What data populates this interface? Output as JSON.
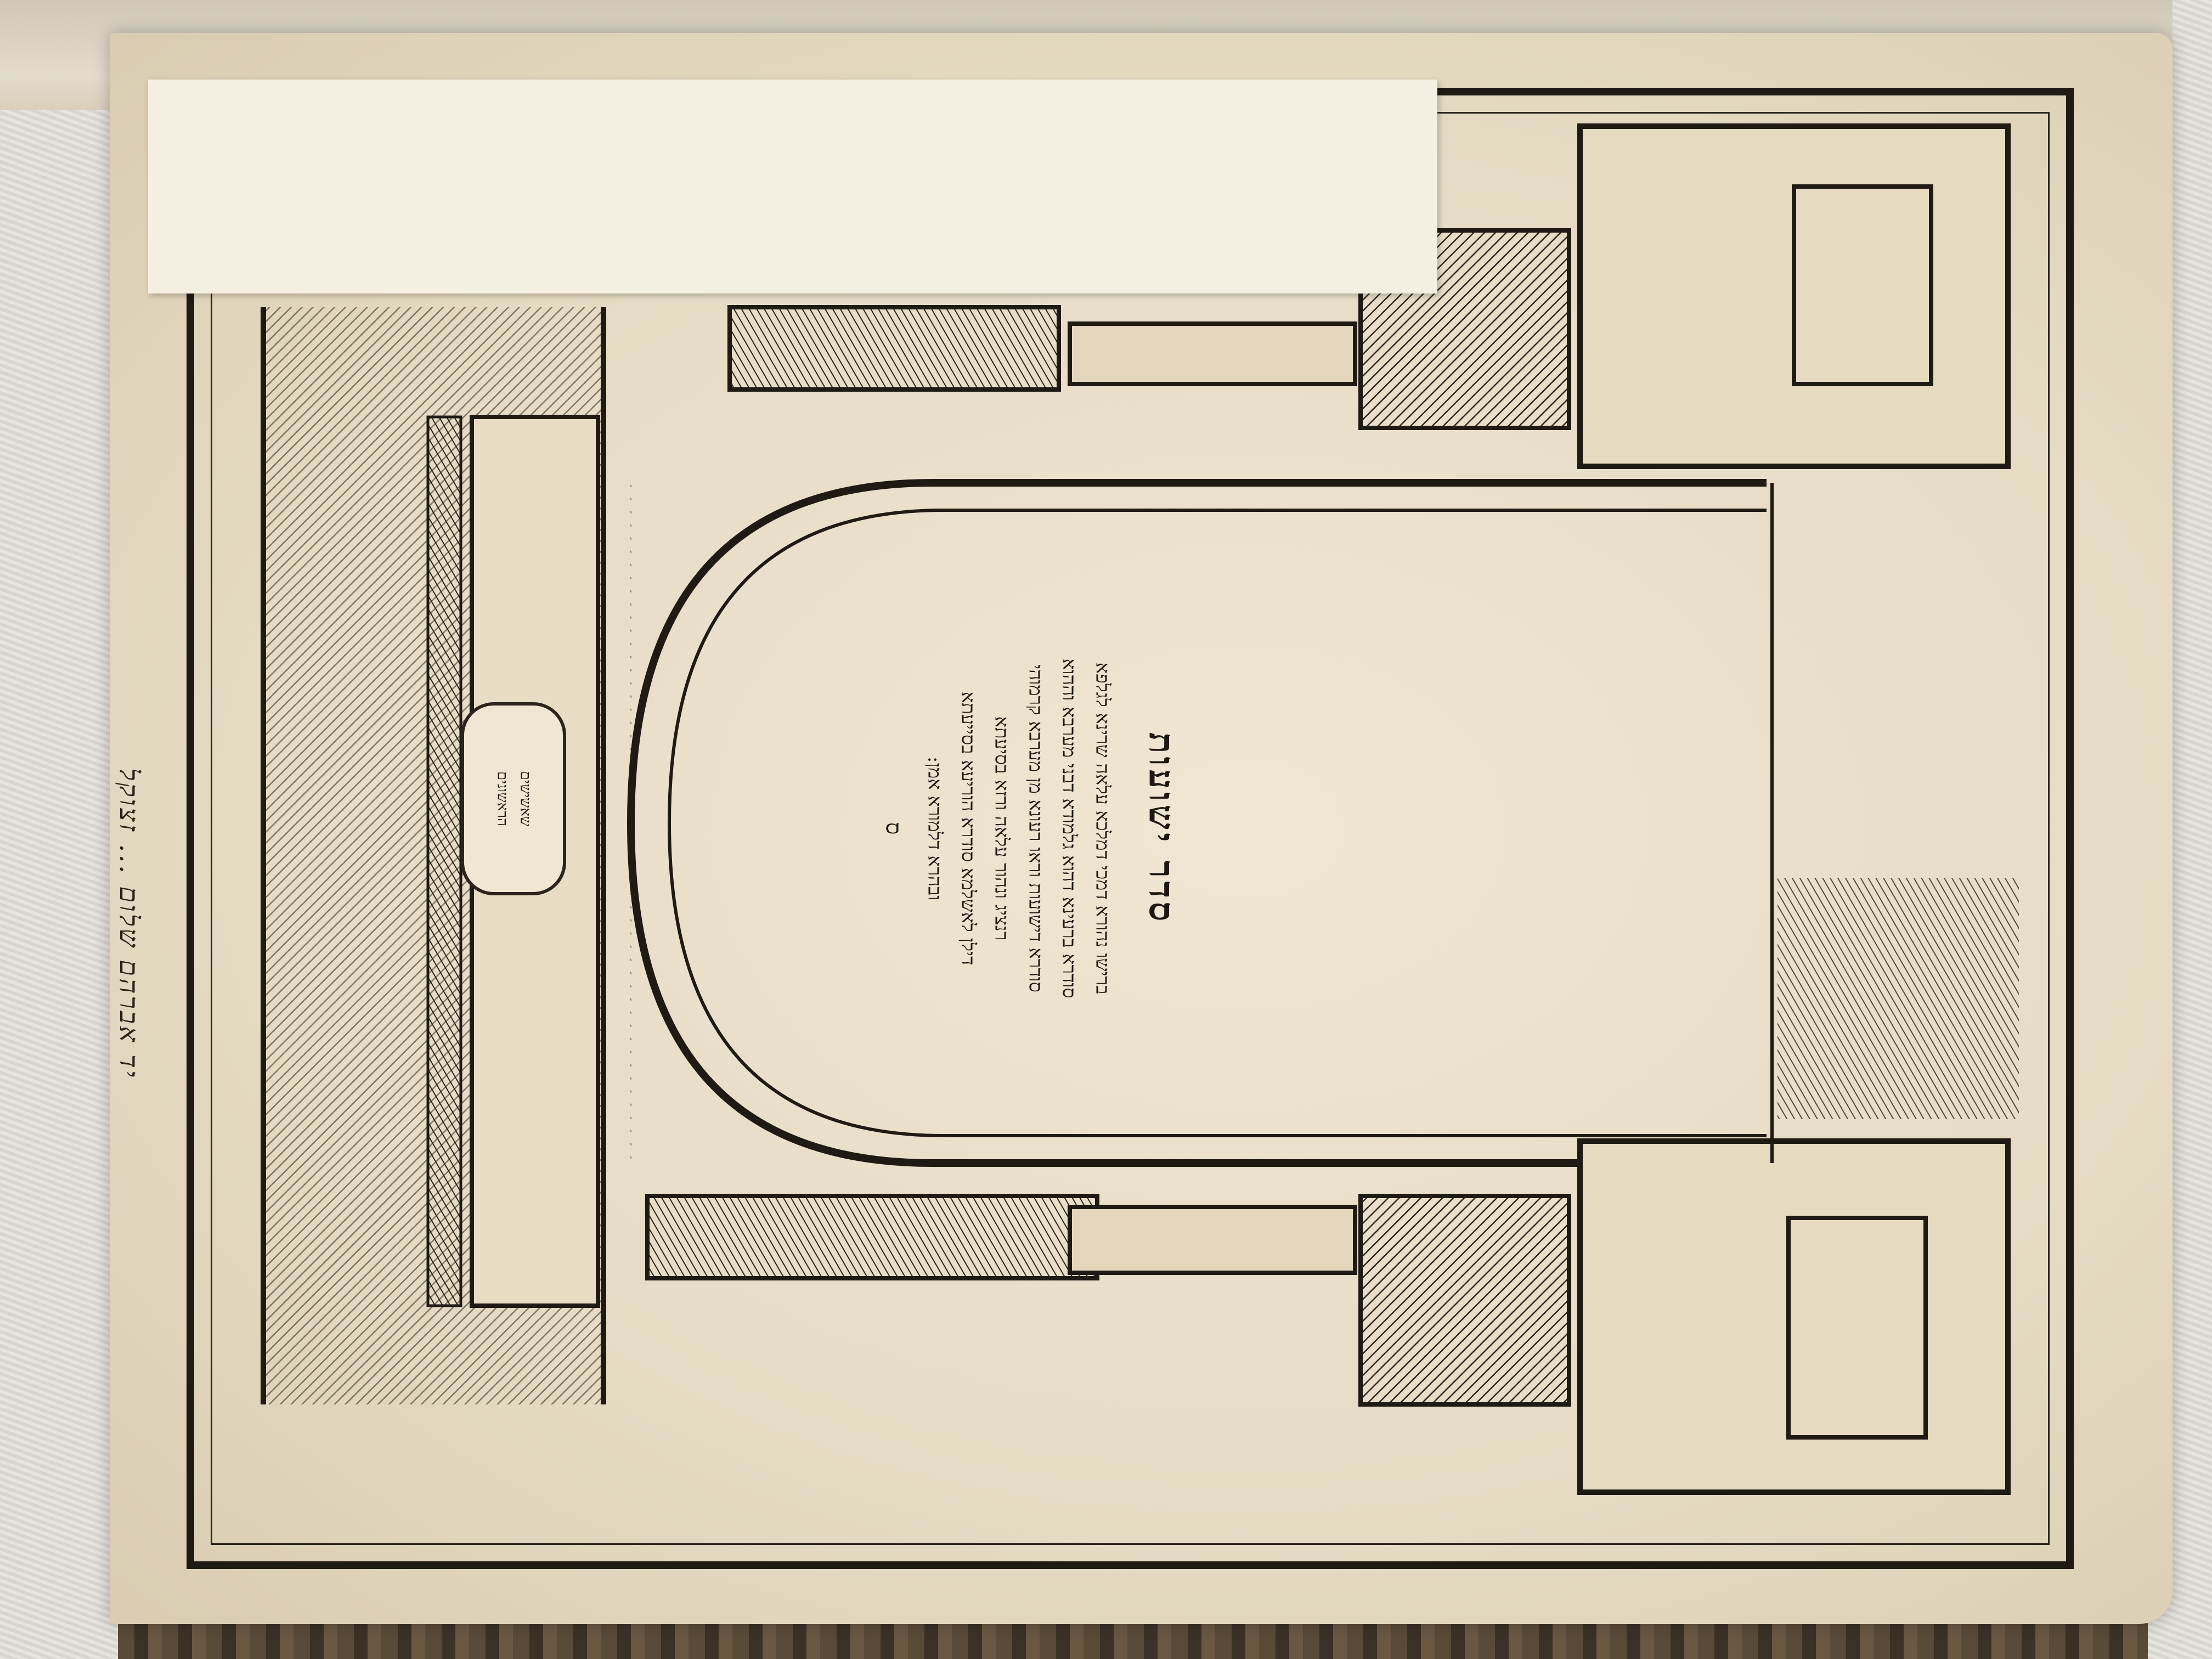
{
  "document": {
    "title": "סדר ישועות",
    "body_lines": [
      "ברישו נהורא דמכי דמלכא עלאה שרינא לגלפא",
      "סודרא ברעינא דהוא גלמודא דבני מערבא וההוא",
      "סודרא דישועות וראו רעונא מן מערבא קרמוהי",
      "רנציג ונהור עלאה ורזא בסיעתא",
      "דילן לאשלמא סודרא הוריעא בסייעתא",
      "ובהרא דלמורא אמן:"
    ],
    "end_mark": "ס",
    "cartouche_text": [
      "שאשישים",
      "הראשונים"
    ],
    "handwritten_note": "יד אברהם שלום ... זצוקל"
  },
  "colors": {
    "ink": "#1f1a14",
    "paper": "#efe6d3",
    "slip": "#f4efe1"
  }
}
